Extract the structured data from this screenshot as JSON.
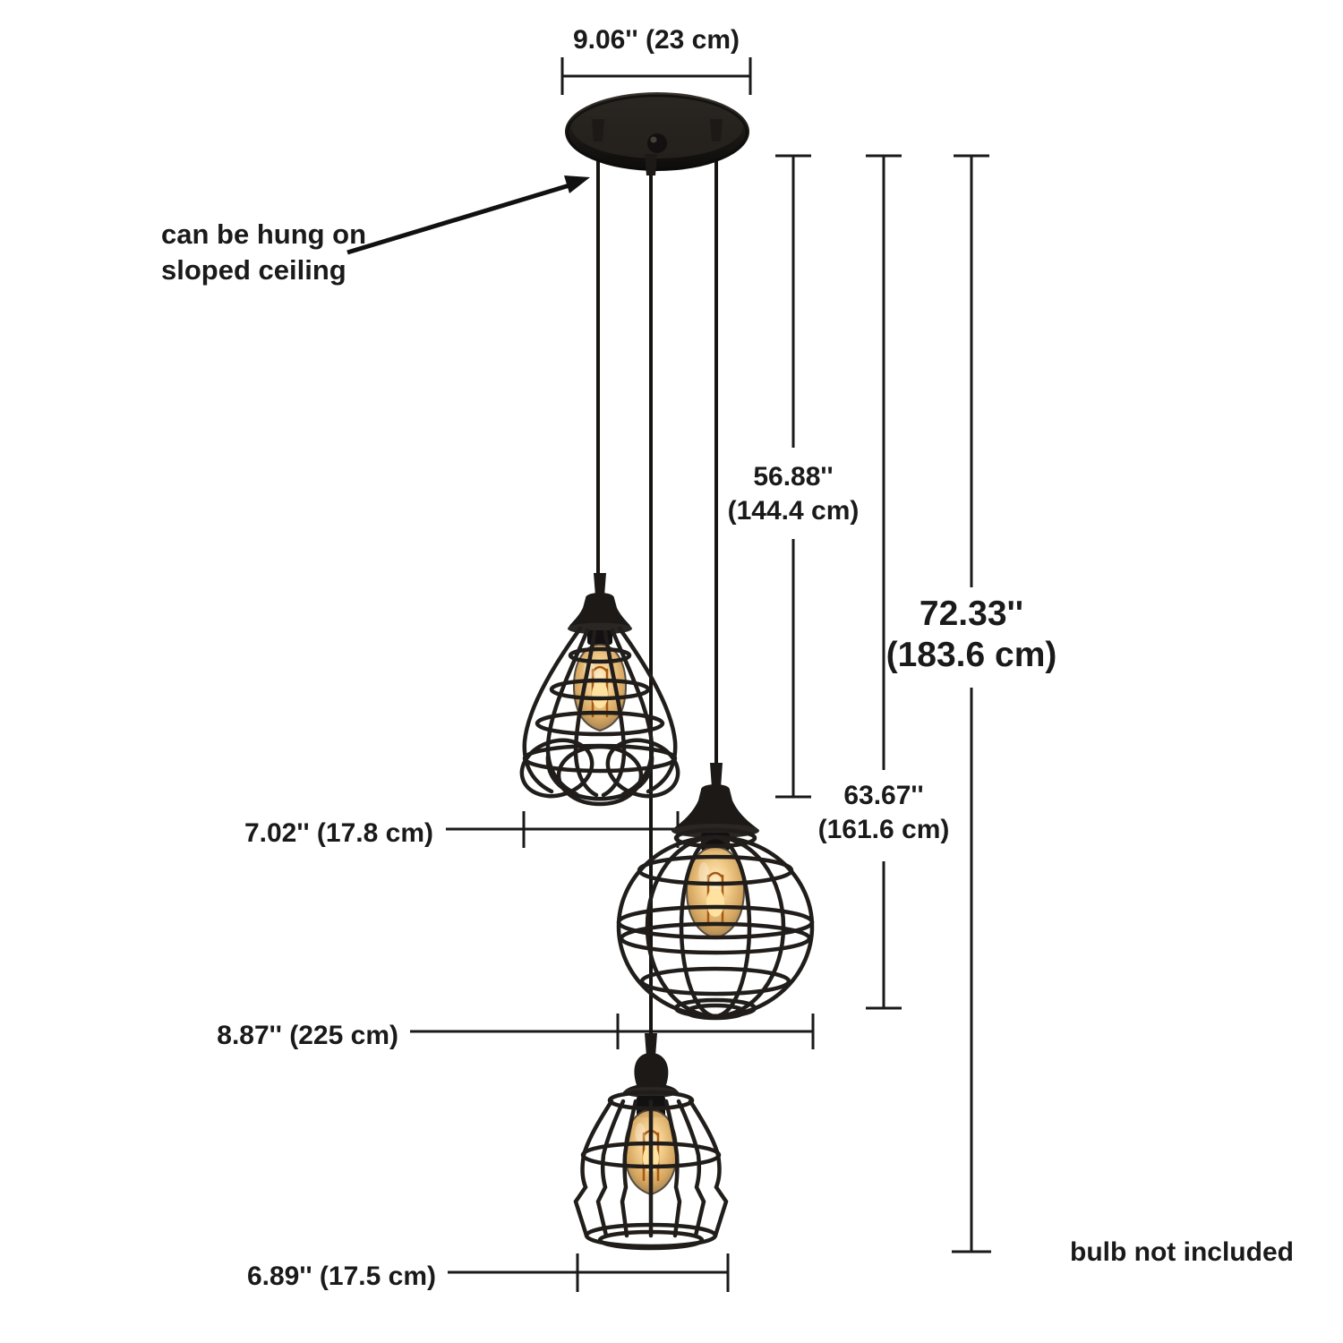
{
  "annotations": {
    "canopy_width": "9.06'' (23 cm)",
    "sloped_ceiling_note": {
      "line1": "can be hung on",
      "line2": "sloped ceiling"
    },
    "drop_to_first_shade": {
      "inches": "56.88''",
      "cm": "(144.4 cm)"
    },
    "drop_to_second_shade": {
      "inches": "63.67''",
      "cm": "(161.6 cm)"
    },
    "total_drop": {
      "inches": "72.33''",
      "cm": "(183.6 cm)"
    },
    "teardrop_shade_width": "7.02'' (17.8 cm)",
    "globe_shade_width": "8.87'' (225 cm)",
    "bell_shade_width": "6.89'' (17.5 cm)",
    "footnote": "bulb not included"
  },
  "colors": {
    "background": "#ffffff",
    "line_and_text": "#1a1a1a",
    "fixture_black": "#1c1916",
    "bulb_amber": "#e8b066",
    "filament_orange": "#a8590f"
  }
}
